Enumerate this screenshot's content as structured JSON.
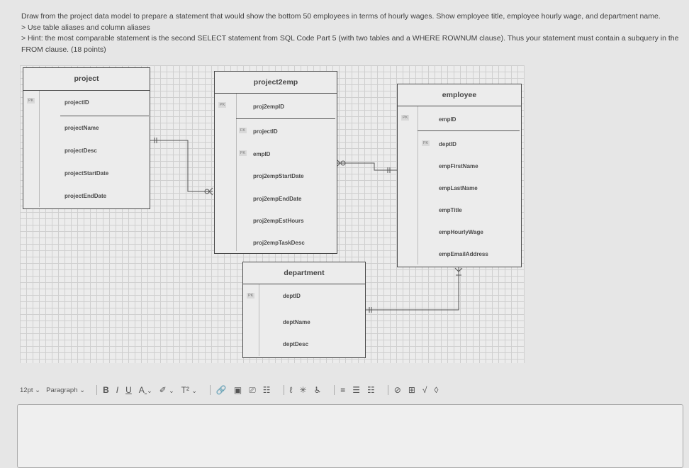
{
  "question": {
    "line1": "Draw from the project data model to prepare a statement that would show the bottom 50 employees in terms of hourly wages. Show employee title, employee hourly wage, and department name.",
    "line2": "> Use table aliases and column aliases",
    "line3": "> Hint: the most comparable statement is the second SELECT statement from SQL Code Part 5 (with two tables and a WHERE ROWNUM clause). Thus your statement must contain a subquery in the",
    "line4": "FROM clause.",
    "points": "(18 points)"
  },
  "keys": {
    "pk": "PK",
    "fk": "FK"
  },
  "entities": {
    "project": {
      "title": "project",
      "pk": [
        "projectID"
      ],
      "attrs": [
        "projectName",
        "projectDesc",
        "projectStartDate",
        "projectEndDate"
      ]
    },
    "project2emp": {
      "title": "project2emp",
      "pk": [
        "proj2empID"
      ],
      "fks": [
        "projectID",
        "empID"
      ],
      "attrs": [
        "proj2empStartDate",
        "proj2empEndDate",
        "proj2empEstHours",
        "proj2empTaskDesc"
      ]
    },
    "employee": {
      "title": "employee",
      "pk": [
        "empID"
      ],
      "fks": [
        "deptID"
      ],
      "attrs": [
        "empFirstName",
        "empLastName",
        "empTitle",
        "empHourlyWage",
        "empEmailAddress"
      ]
    },
    "department": {
      "title": "department",
      "pk": [
        "deptID"
      ],
      "attrs": [
        "deptName",
        "deptDesc"
      ]
    }
  },
  "toolbar": {
    "font_size": "12pt",
    "paragraph": "Paragraph",
    "bold": "B",
    "italic": "I",
    "underline": "U",
    "text_color": "A",
    "highlight": "✐",
    "superscript": "T²",
    "caret": "⌄"
  }
}
